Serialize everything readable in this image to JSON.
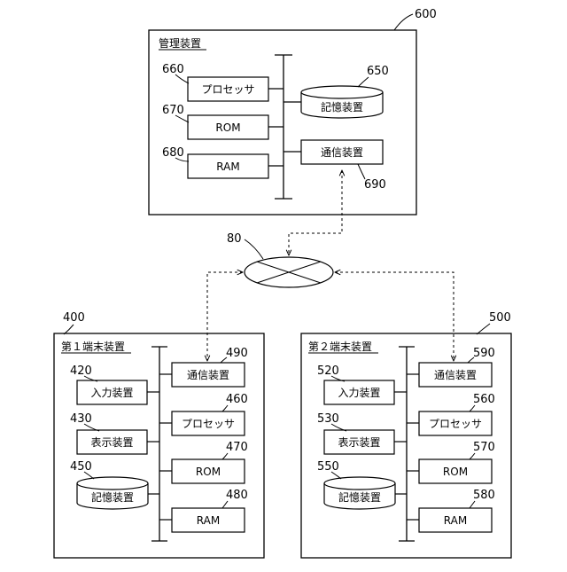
{
  "refs": {
    "server": "600",
    "network": "80",
    "terminal1": "400",
    "terminal2": "500"
  },
  "server": {
    "title": "管理装置",
    "components": [
      {
        "label": "プロセッサ",
        "ref": "660",
        "icon": "processor-box"
      },
      {
        "label": "ROM",
        "ref": "670",
        "icon": "rom-box"
      },
      {
        "label": "RAM",
        "ref": "680",
        "icon": "ram-box"
      },
      {
        "label": "記憶装置",
        "ref": "650",
        "icon": "storage-cylinder-icon"
      },
      {
        "label": "通信装置",
        "ref": "690",
        "icon": "communication-box"
      }
    ]
  },
  "terminal1": {
    "title": "第１端末装置",
    "components": [
      {
        "label": "入力装置",
        "ref": "420"
      },
      {
        "label": "表示装置",
        "ref": "430"
      },
      {
        "label": "記憶装置",
        "ref": "450",
        "icon": "storage-cylinder-icon"
      },
      {
        "label": "通信装置",
        "ref": "490"
      },
      {
        "label": "プロセッサ",
        "ref": "460"
      },
      {
        "label": "ROM",
        "ref": "470"
      },
      {
        "label": "RAM",
        "ref": "480"
      }
    ]
  },
  "terminal2": {
    "title": "第２端末装置",
    "components": [
      {
        "label": "入力装置",
        "ref": "520"
      },
      {
        "label": "表示装置",
        "ref": "530"
      },
      {
        "label": "記憶装置",
        "ref": "550",
        "icon": "storage-cylinder-icon"
      },
      {
        "label": "通信装置",
        "ref": "590"
      },
      {
        "label": "プロセッサ",
        "ref": "560"
      },
      {
        "label": "ROM",
        "ref": "570"
      },
      {
        "label": "RAM",
        "ref": "580"
      }
    ]
  },
  "colors": {
    "line": "#000000",
    "background": "#ffffff"
  }
}
